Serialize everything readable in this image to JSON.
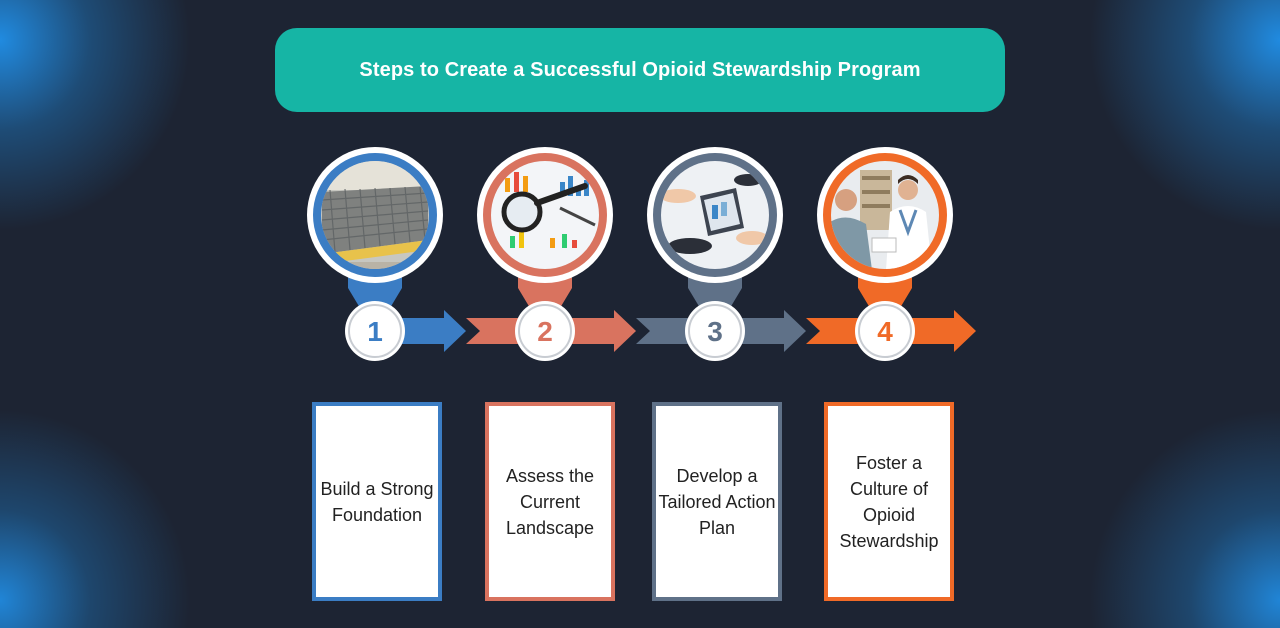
{
  "title": "Steps to Create a Successful Opioid Stewardship Program",
  "colors": {
    "background": "#1d2433",
    "banner": "#16b5a5",
    "glow": "#2196f3"
  },
  "steps": [
    {
      "number": "1",
      "label": "Build a Strong Foundation",
      "color": "#3b7dc4",
      "image": "construction-foundation-photo"
    },
    {
      "number": "2",
      "label": "Assess the Current Landscape",
      "color": "#d9735f",
      "image": "magnifier-charts-photo"
    },
    {
      "number": "3",
      "label": "Develop a Tailored Action Plan",
      "color": "#5f7188",
      "image": "business-meeting-photo"
    },
    {
      "number": "4",
      "label": "Foster a Culture of Opioid Stewardship",
      "color": "#f06a27",
      "image": "doctor-patient-photo"
    }
  ]
}
